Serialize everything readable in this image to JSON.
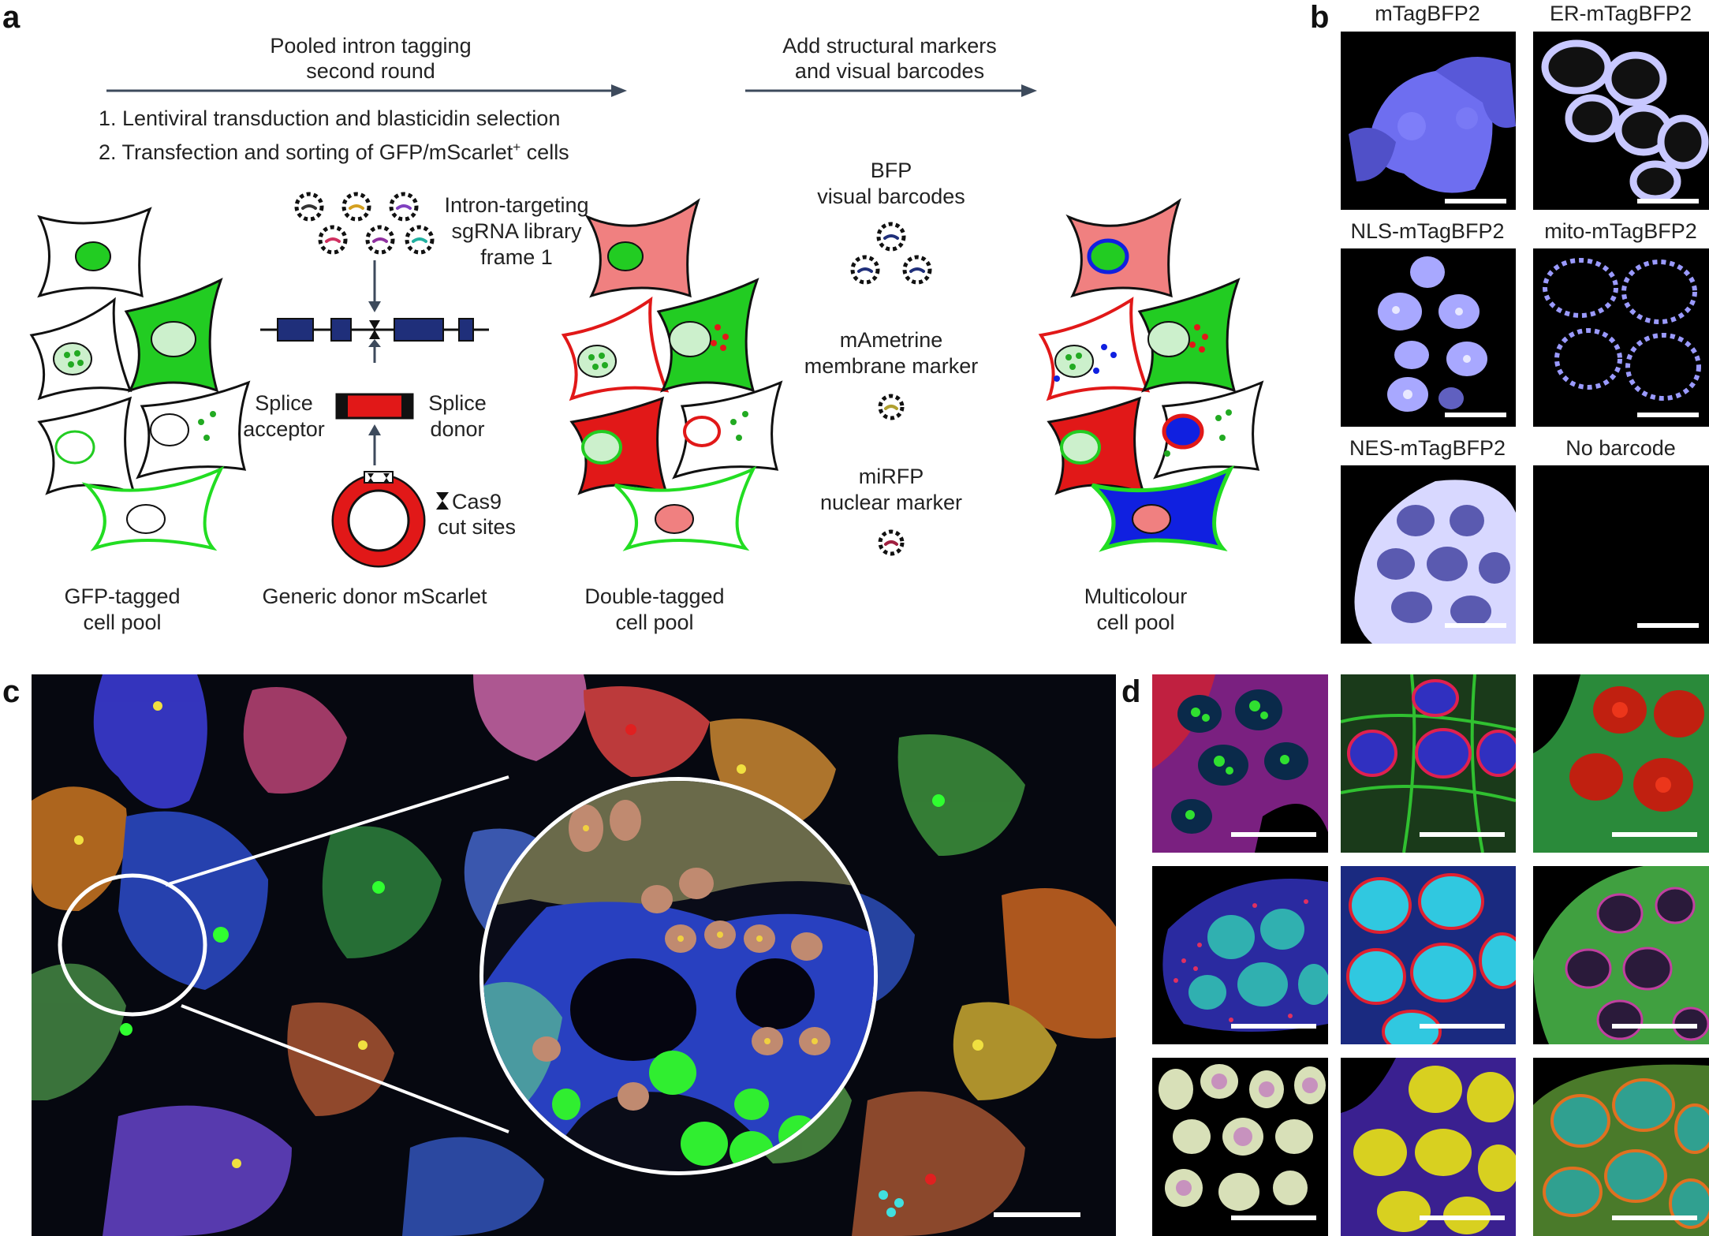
{
  "panels": {
    "a": "a",
    "b": "b",
    "c": "c",
    "d": "d"
  },
  "panel_a": {
    "step1_title_line1": "Pooled intron tagging",
    "step1_title_line2": "second round",
    "step1_sub1": "1. Lentiviral transduction and blasticidin selection",
    "step1_sub2": "2. Transfection and sorting of GFP/mScarlet",
    "step1_sub2_sup": "+",
    "step1_sub2_end": " cells",
    "step2_title_line1": "Add structural markers",
    "step2_title_line2": "and visual barcodes",
    "library_line1": "Intron-targeting",
    "library_line2": "sgRNA library",
    "library_line3": "frame 1",
    "splice_acceptor_line1": "Splice",
    "splice_acceptor_line2": "acceptor",
    "splice_donor_line1": "Splice",
    "splice_donor_line2": "donor",
    "cas9_line1": "Cas9",
    "cas9_line2": "cut sites",
    "bfp_line1": "BFP",
    "bfp_line2": "visual barcodes",
    "mam_line1": "mAmetrine",
    "mam_line2": "membrane marker",
    "mirfp_line1": "miRFP",
    "mirfp_line2": "nuclear marker",
    "pool1_line1": "GFP-tagged",
    "pool1_line2": "cell pool",
    "donor_label": "Generic donor mScarlet",
    "pool2_line1": "Double-tagged",
    "pool2_line2": "cell pool",
    "pool3_line1": "Multicolour",
    "pool3_line2": "cell pool"
  },
  "panel_b": {
    "tiles": [
      {
        "title": "mTagBFP2"
      },
      {
        "title": "ER-mTagBFP2"
      },
      {
        "title": "NLS-mTagBFP2"
      },
      {
        "title": "mito-mTagBFP2"
      },
      {
        "title": "NES-mTagBFP2"
      },
      {
        "title": "No barcode"
      }
    ]
  },
  "colors": {
    "arrow": "#3d4a5c",
    "gfp": "#22cc22",
    "gfp_light": "#ccf0cc",
    "mscarlet": "#e11818",
    "mscarlet_light": "#f08080",
    "exon": "#1f2f7a",
    "bfp": "#1020e0",
    "bfp_tile": "#7a7aff"
  }
}
